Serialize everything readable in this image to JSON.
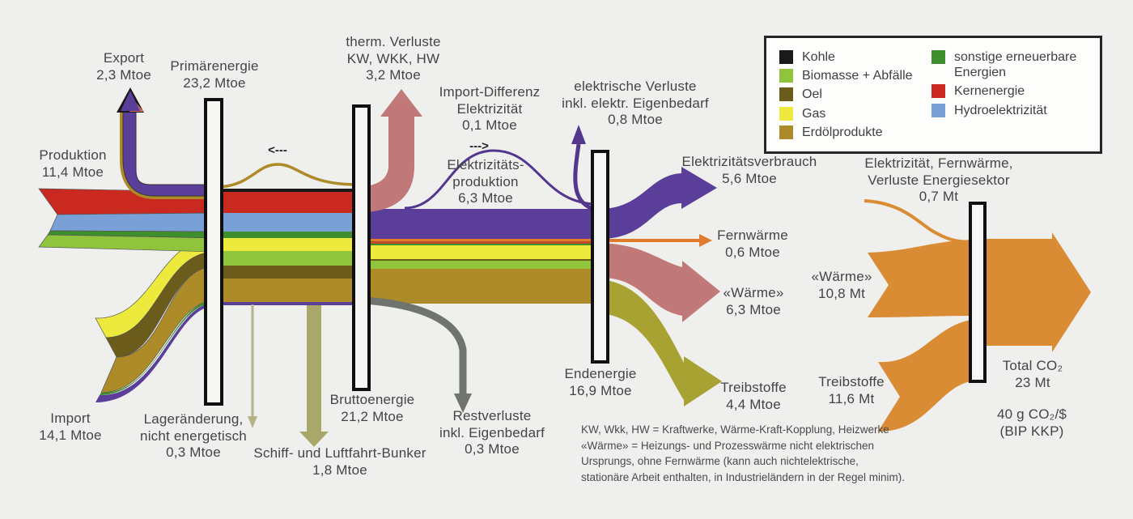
{
  "title": "Energiefluss-Diagramm (Sankey): Energie und CO₂",
  "background_color": "#efefed",
  "colors": {
    "kohle": "#1a1a1a",
    "biomasse_abfaelle": "#8fc43c",
    "oel": "#6b5c1b",
    "gas": "#eeea3d",
    "erdoelprodukte": "#ad8b28",
    "sonstige_erneuerbare": "#3e8e2d",
    "kernenergie": "#c9291e",
    "hydroelektrizitaet": "#7aa0d8",
    "elektrizitaet_violett": "#5b3e99",
    "waerme_rose": "#c17878",
    "fernwaerme_orange": "#e07b2e",
    "treibstoffe_olive": "#a8a233",
    "bunker_khaki": "#a9a86a",
    "verluste_grau": "#70746e",
    "co2_orange": "#d98c33"
  },
  "legend": {
    "left": [
      {
        "label": "Kohle",
        "color": "#1a1a1a"
      },
      {
        "label": "Biomasse + Abfälle",
        "color": "#8fc43c"
      },
      {
        "label": "Oel",
        "color": "#6b5c1b"
      },
      {
        "label": "Gas",
        "color": "#eeea3d"
      },
      {
        "label": "Erdölprodukte",
        "color": "#ad8b28"
      }
    ],
    "right": [
      {
        "label": "sonstige erneuerbare\nEnergien",
        "color": "#3e8e2d"
      },
      {
        "label": "Kernenergie",
        "color": "#c9291e"
      },
      {
        "label": "Hydroelektrizität",
        "color": "#7aa0d8"
      }
    ]
  },
  "labels": {
    "export": "Export\n2,3 Mtoe",
    "primaerenergie": "Primärenergie\n23,2 Mtoe",
    "produktion": "Produktion\n11,4 Mtoe",
    "therm_verluste": "therm. Verluste\nKW, WKK, HW\n3,2 Mtoe",
    "import_differenz": "Import-Differenz\nElektrizität\n0,1 Mtoe",
    "arrow_right": "--->",
    "arrow_left": "<---",
    "elektrizitaetsproduktion": "Elektrizitäts-\nproduktion\n6,3 Mtoe",
    "elektrische_verluste": "elektrische Verluste\ninkl. elektr. Eigenbedarf\n0,8 Mtoe",
    "elektrizitaetsverbrauch": "Elektrizitätsverbrauch\n5,6 Mtoe",
    "fernwaerme": "Fernwärme\n0,6 Mtoe",
    "waerme": "«Wärme»\n6,3 Mtoe",
    "treibstoffe": "Treibstoffe\n4,4 Mtoe",
    "endenergie": "Endenergie\n16,9 Mtoe",
    "import": "Import\n14,1 Mtoe",
    "lageraenderung": "Lageränderung,\nnicht energetisch\n0,3 Mtoe",
    "schiff_bunker": "Schiff- und Luftfahrt-Bunker\n1,8 Mtoe",
    "bruttoenergie": "Bruttoenergie\n21,2 Mtoe",
    "restverluste": "Restverluste\ninkl. Eigenbedarf\n0,3 Mtoe",
    "waerme_co2": "«Wärme»\n10,8 Mt",
    "treibstoffe_co2": "Treibstoffe\n11,6 Mt",
    "elektrizitaet_fernwaerme": "Elektrizität, Fernwärme,\nVerluste Energiesektor\n0,7 Mt",
    "total_co2": "Total CO₂\n23 Mt",
    "intensitaet": "40 g CO₂/$\n(BIP KKP)",
    "footnote": "KW, Wkk, HW = Kraftwerke, Wärme-Kraft-Kopplung, Heizwerke\n«Wärme» = Heizungs- und Prozesswärme nicht elektrischen\nUrsprungs, ohne Fernwärme (kann auch nichtelektrische,\nstationäre Arbeit enthalten, in Industrieländern in der Regel minim)."
  },
  "sankey": {
    "energy_unit": "Mtoe",
    "co2_unit": "Mt",
    "nodes": [
      {
        "name": "Primärenergie",
        "value": "23,2 Mtoe"
      },
      {
        "name": "Bruttoenergie",
        "value": "21,2 Mtoe"
      },
      {
        "name": "Endenergie",
        "value": "16,9 Mtoe"
      },
      {
        "name": "Total CO₂",
        "value": "23 Mt"
      }
    ],
    "flows": [
      {
        "label": "Produktion",
        "value": "11,4 Mtoe",
        "direction": "in"
      },
      {
        "label": "Import",
        "value": "14,1 Mtoe",
        "direction": "in"
      },
      {
        "label": "Export",
        "value": "2,3 Mtoe",
        "direction": "out"
      },
      {
        "label": "Lageränderung, nicht energetisch",
        "value": "0,3 Mtoe",
        "direction": "out"
      },
      {
        "label": "Schiff- und Luftfahrt-Bunker",
        "value": "1,8 Mtoe",
        "direction": "out"
      },
      {
        "label": "therm. Verluste KW, WKK, HW",
        "value": "3,2 Mtoe",
        "direction": "out"
      },
      {
        "label": "Import-Differenz Elektrizität",
        "value": "0,1 Mtoe",
        "direction": "in"
      },
      {
        "label": "Elektrizitätsproduktion",
        "value": "6,3 Mtoe",
        "direction": "internal"
      },
      {
        "label": "Restverluste inkl. Eigenbedarf",
        "value": "0,3 Mtoe",
        "direction": "out"
      },
      {
        "label": "elektrische Verluste inkl. elektr. Eigenbedarf",
        "value": "0,8 Mtoe",
        "direction": "out"
      },
      {
        "label": "Elektrizitätsverbrauch",
        "value": "5,6 Mtoe",
        "direction": "out"
      },
      {
        "label": "Fernwärme",
        "value": "0,6 Mtoe",
        "direction": "out"
      },
      {
        "label": "«Wärme»",
        "value": "6,3 Mtoe",
        "direction": "out"
      },
      {
        "label": "Treibstoffe",
        "value": "4,4 Mtoe",
        "direction": "out"
      },
      {
        "label": "«Wärme» CO₂",
        "value": "10,8 Mt",
        "direction": "in"
      },
      {
        "label": "Treibstoffe CO₂",
        "value": "11,6 Mt",
        "direction": "in"
      },
      {
        "label": "Elektrizität, Fernwärme, Verluste Energiesektor CO₂",
        "value": "0,7 Mt",
        "direction": "in"
      },
      {
        "label": "Total CO₂",
        "value": "23 Mt",
        "direction": "out"
      },
      {
        "label": "CO₂ pro BIP",
        "value": "40 g CO₂/$ (BIP KKP)",
        "direction": "info"
      }
    ]
  }
}
